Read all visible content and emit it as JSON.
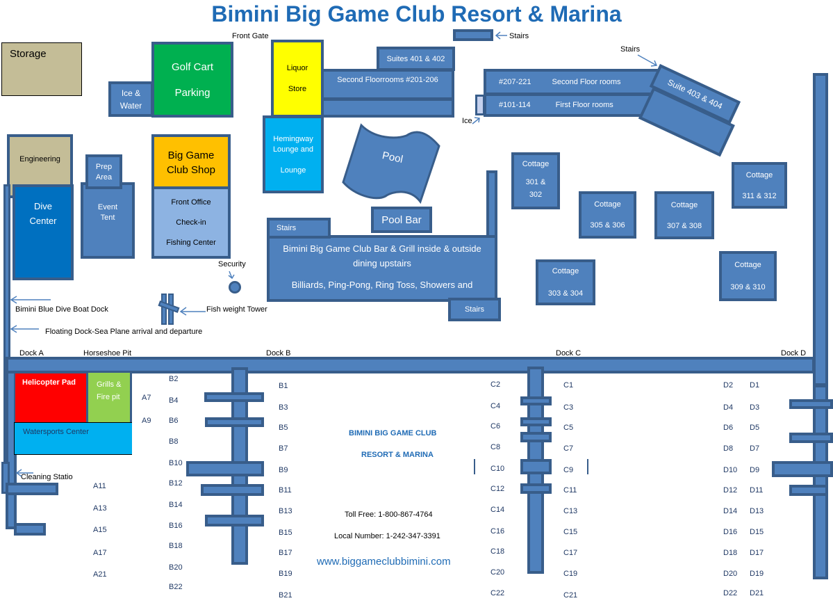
{
  "title": "Bimini Big Game Club Resort & Marina",
  "colors": {
    "building_fill": "#4f81bd",
    "building_border": "#385d8a",
    "title": "#1f6bb5",
    "storage": "#c4bd97",
    "golf_cart": "#00b050",
    "liquor": "#ffff00",
    "hemingway": "#00b0f0",
    "shop": "#ffc000",
    "front_office": "#8db3e2",
    "dive_center": "#0070c0",
    "helipad": "#ff0000",
    "grills": "#92d050",
    "watersports": "#00b0f0"
  },
  "buildings": {
    "storage": "Storage",
    "golf_cart": [
      "Golf Cart",
      "Parking"
    ],
    "ice_water": [
      "Ice &",
      "Water"
    ],
    "liquor": [
      "Liquor",
      "Store"
    ],
    "suites_401": "Suites 401 & 402",
    "second_floor_201": "Second Floorrooms #201-206",
    "rooms_207": "#207-221",
    "second_floor_rooms": "Second Floor rooms",
    "rooms_101": "#101-114",
    "first_floor_rooms": "First Floor rooms",
    "suite_403": "Suite 403 & 404",
    "engineering": "Engineering",
    "dive_center": [
      "Dive",
      "Center"
    ],
    "prep_area": [
      "Prep",
      "Area"
    ],
    "event_tent": [
      "Event",
      "Tent"
    ],
    "shop": [
      "Big Game",
      "Club Shop"
    ],
    "front_office": [
      "Front Office",
      "Check-in",
      "Fishing Center"
    ],
    "hemingway": [
      "Hemingway",
      "Lounge and",
      "Lounge"
    ],
    "pool": "Pool",
    "pool_bar": "Pool Bar",
    "stairs": "Stairs",
    "bar_grill": [
      "Bimini Big Game Club Bar & Grill inside & outside",
      "dining upstairs",
      "Billiards, Ping-Pong, Ring Toss, Showers and"
    ],
    "cottages": [
      {
        "name": "Cottage",
        "num": "301 & 302"
      },
      {
        "name": "Cottage",
        "num": "305 & 306"
      },
      {
        "name": "Cottage",
        "num": "307 & 308"
      },
      {
        "name": "Cottage",
        "num": "311 & 312"
      },
      {
        "name": "Cottage",
        "num": "303 & 304"
      },
      {
        "name": "Cottage",
        "num": "309 & 310"
      }
    ],
    "helipad": "Helicopter Pad",
    "grills": [
      "Grills &",
      "Fire pit"
    ],
    "watersports": "Watersports Center"
  },
  "labels": {
    "front_gate": "Front Gate",
    "stairs_top": "Stairs",
    "stairs_right": "Stairs",
    "ice": "Ice",
    "security": "Security",
    "fish_tower": "Fish weight Tower",
    "dive_boat": "Bimini Blue Dive Boat Dock",
    "floating_dock": "Floating Dock-Sea Plane arrival and departure",
    "dock_a": "Dock A",
    "horseshoe": "Horseshoe Pit",
    "dock_b": "Dock B",
    "dock_c": "Dock C",
    "dock_d": "Dock D",
    "cleaning": "Cleaning Statio"
  },
  "center_info": {
    "name1": "BIMINI BIG GAME CLUB",
    "name2": "RESORT & MARINA",
    "toll_free": "Toll Free:  1-800-867-4764",
    "local": "Local Number:  1-242-347-3391",
    "website": "www.biggameclubbimini.com"
  },
  "slips": {
    "a": [
      "A7",
      "A9",
      "A11",
      "A13",
      "A15",
      "A17",
      "A21"
    ],
    "b_left": [
      "B2",
      "B4",
      "B6",
      "B8",
      "B10",
      "B12",
      "B14",
      "B16",
      "B18",
      "B20",
      "B22"
    ],
    "b_right": [
      "B1",
      "B3",
      "B5",
      "B7",
      "B9",
      "B11",
      "B13",
      "B15",
      "B17",
      "B19",
      "B21"
    ],
    "c_left": [
      "C2",
      "C4",
      "C6",
      "C8",
      "C10",
      "C12",
      "C14",
      "C16",
      "C18",
      "C20",
      "C22"
    ],
    "c_right": [
      "C1",
      "C3",
      "C5",
      "C7",
      "C9",
      "C11",
      "C13",
      "C15",
      "C17",
      "C19",
      "C21"
    ],
    "d_left": [
      "D2",
      "D4",
      "D6",
      "D8",
      "D10",
      "D12",
      "D14",
      "D16",
      "D18",
      "D20",
      "D22"
    ],
    "d_right": [
      "D1",
      "D3",
      "D5",
      "D7",
      "D9",
      "D11",
      "D13",
      "D15",
      "D17",
      "D19",
      "D21"
    ]
  }
}
